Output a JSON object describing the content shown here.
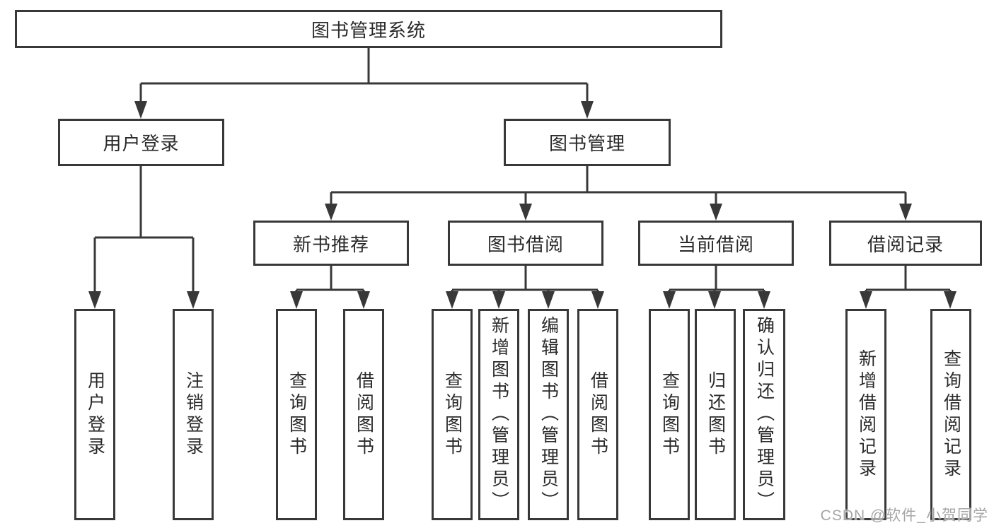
{
  "diagram": {
    "root": {
      "label": "图书管理系统"
    },
    "level2": {
      "user_login": {
        "label": "用户登录"
      },
      "book_management": {
        "label": "图书管理"
      }
    },
    "level3": {
      "new_book_recommend": {
        "label": "新书推荐"
      },
      "book_borrowing": {
        "label": "图书借阅"
      },
      "current_borrowing": {
        "label": "当前借阅"
      },
      "borrowing_records": {
        "label": "借阅记录"
      }
    },
    "leaves": {
      "user_login": [
        "用户登录",
        "注销登录"
      ],
      "new_book_recommend": [
        "查询图书",
        "借阅图书"
      ],
      "book_borrowing": [
        "查询图书",
        "新增图书（管理员）",
        "编辑图书（管理员）",
        "借阅图书"
      ],
      "current_borrowing": [
        "查询图书",
        "归还图书",
        "确认归还（管理员）"
      ],
      "borrowing_records": [
        "新增借阅记录",
        "查询借阅记录"
      ]
    },
    "watermark": "CSDN @软件_小贺同学"
  },
  "colors": {
    "line": "#383838",
    "box_border": "#383838",
    "box_fill": "#ffffff",
    "text": "#2a2a2a",
    "watermark": "#a6a6a6",
    "background": "#ffffff"
  }
}
